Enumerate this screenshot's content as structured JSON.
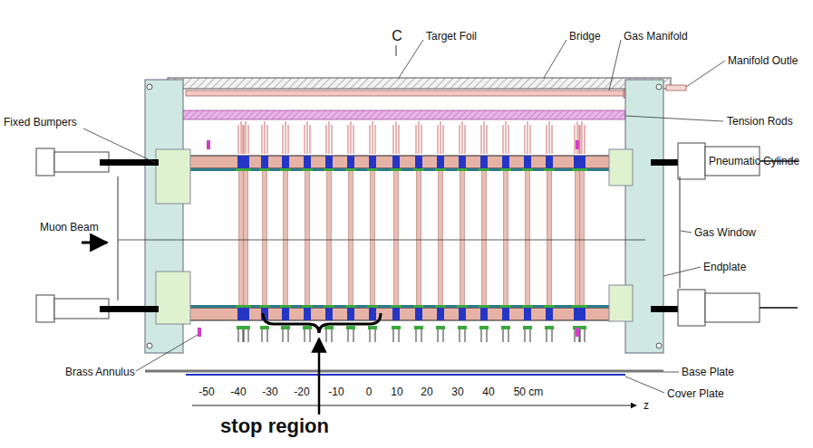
{
  "diagram": {
    "labels": [
      "C",
      "Target Foil",
      "Bridge",
      "Gas Manifold",
      "Manifold Outle",
      "Fixed Bumpers",
      "Tension Rods",
      "Pneumatic Cylinde",
      "Muon Beam",
      "Gas Window",
      "Endplate",
      "Brass Annulus",
      "Base Plate",
      "Cover Plate",
      "-50",
      "-40",
      "-30",
      "-20",
      "-10",
      "0",
      "10",
      "20",
      "30",
      "40",
      "50 cm",
      "z",
      "stop region"
    ]
  }
}
